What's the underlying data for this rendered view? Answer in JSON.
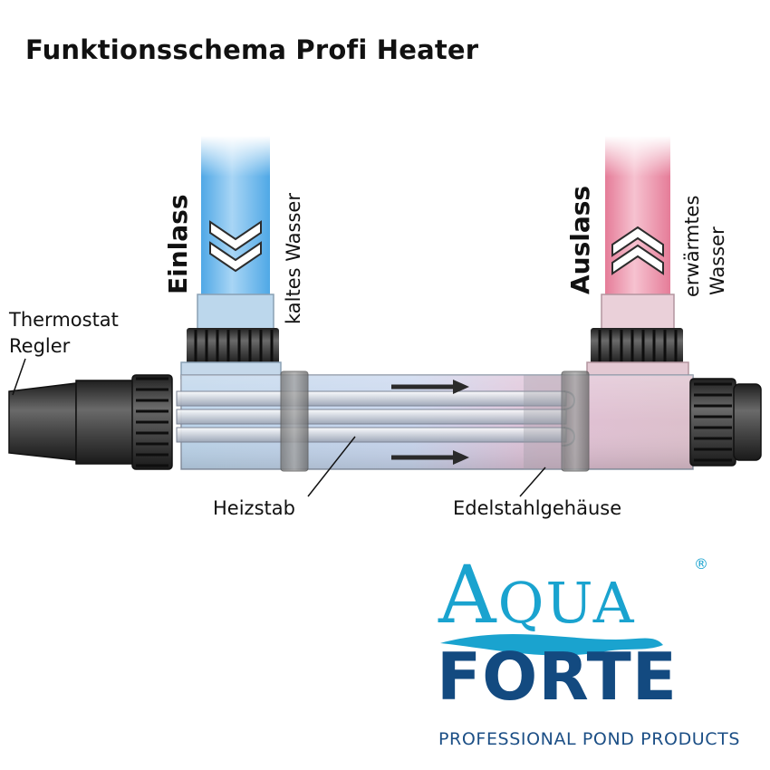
{
  "diagram": {
    "title": "Funktionsschema Profi Heater",
    "inlet": {
      "title": "Einlass",
      "note": "kaltes Wasser"
    },
    "outlet": {
      "title": "Auslass",
      "note_line1": "erwärmtes",
      "note_line2": "Wasser"
    },
    "thermostat": {
      "line1": "Thermostat",
      "line2": "Regler"
    },
    "heater_rod": "Heizstab",
    "housing": "Edelstahlgehäuse"
  },
  "logo": {
    "aqua_A": "A",
    "aqua_rest": "QUA",
    "forte": "FORTE",
    "registered": "®",
    "tagline": "PROFESSIONAL POND PRODUCTS"
  },
  "colors": {
    "cold_water": "#5ab2ea",
    "warm_water": "#e9849f",
    "connector": "#2f2f2f",
    "brand_light": "#1aa3cf",
    "brand_dark": "#134a80"
  }
}
